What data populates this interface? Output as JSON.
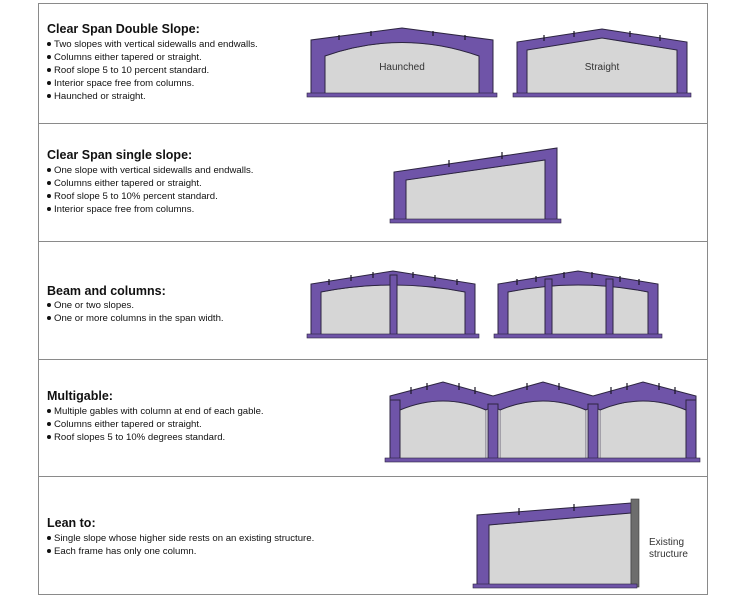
{
  "colors": {
    "frame": "#6f54a8",
    "frame_stroke": "#2c2440",
    "interior": "#d6d6d6",
    "ground": "#6f54a8",
    "existing": "#6d6d6d"
  },
  "sections": [
    {
      "title": "Clear Span Double Slope:",
      "bullets": [
        "Two slopes with vertical sidewalls and endwalls.",
        "Columns either tapered or straight.",
        "Roof slope 5 to 10 percent standard.",
        "Interior space free from columns.",
        "Haunched or straight."
      ],
      "labels": [
        "Haunched",
        "Straight"
      ]
    },
    {
      "title": "Clear Span single slope:",
      "bullets": [
        "One slope with vertical sidewalls and endwalls.",
        "Columns either tapered or straight.",
        "Roof slope 5 to 10% percent standard.",
        "Interior space free from columns."
      ]
    },
    {
      "title": "Beam and columns:",
      "bullets": [
        "One or two slopes.",
        "One or more columns in the span width."
      ]
    },
    {
      "title": "Multigable:",
      "bullets": [
        "Multiple gables with column at end of each gable.",
        "Columns either tapered or straight.",
        "Roof slopes  5 to 10% degrees standard."
      ]
    },
    {
      "title": "Lean to:",
      "bullets": [
        "Single slope whose higher side rests on an existing structure.",
        "Each frame has only one column."
      ],
      "labels": [
        "Existing",
        "structure"
      ]
    }
  ]
}
